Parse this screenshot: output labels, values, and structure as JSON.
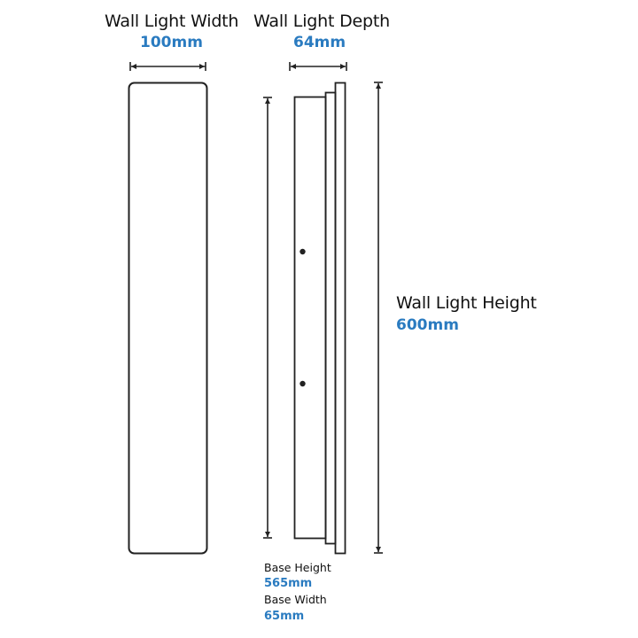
{
  "width_label": {
    "title": "Wall Light Width",
    "value": "100mm"
  },
  "depth_label": {
    "title": "Wall Light Depth",
    "value": "64mm"
  },
  "height_label": {
    "title": "Wall Light Height",
    "value": "600mm"
  },
  "base": {
    "height_title": "Base Height",
    "height_value": "565mm",
    "width_title": "Base Width",
    "width_value": "65mm"
  },
  "colors": {
    "accent": "#2a7bc0",
    "line": "#222222"
  }
}
